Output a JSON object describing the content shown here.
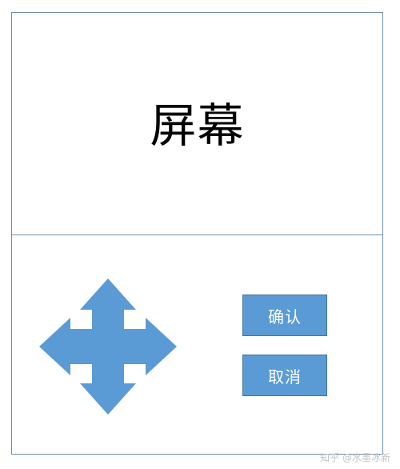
{
  "screen": {
    "label": "屏幕"
  },
  "dpad": {
    "icon": "four-way-arrow-icon",
    "color": "#5b9bd5"
  },
  "buttons": {
    "confirm_label": "确认",
    "cancel_label": "取消",
    "color": "#5b9bd5"
  },
  "watermark": {
    "text": "知乎 @水墨冰新"
  }
}
